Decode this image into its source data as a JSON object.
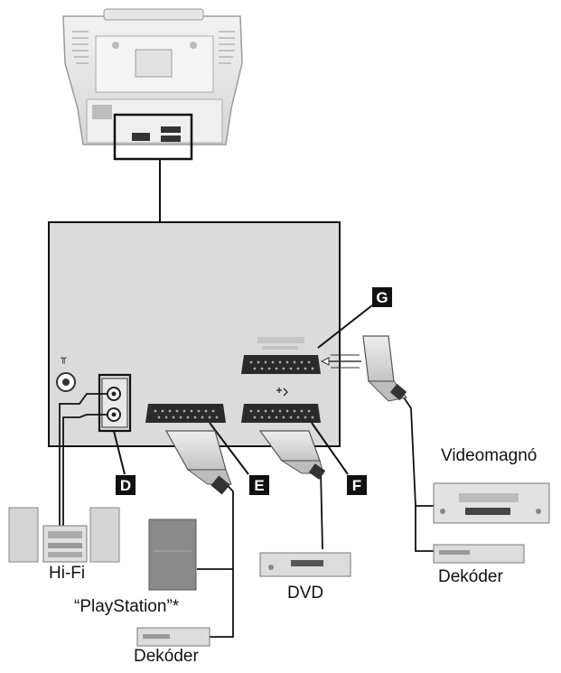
{
  "callouts": {
    "d": "D",
    "e": "E",
    "f": "F",
    "g": "G"
  },
  "devices": {
    "videomagno": "Videomagnó",
    "dekoder_right": "Dekóder",
    "dvd": "DVD",
    "hifi": "Hi-Fi",
    "playstation": "“PlayStation”*",
    "dekoder_bottom": "Dekóder"
  },
  "colors": {
    "ink": "#111111",
    "panel": "#d9d9d9",
    "device": "#c8c8c8",
    "device_dark": "#8a8a8a"
  }
}
